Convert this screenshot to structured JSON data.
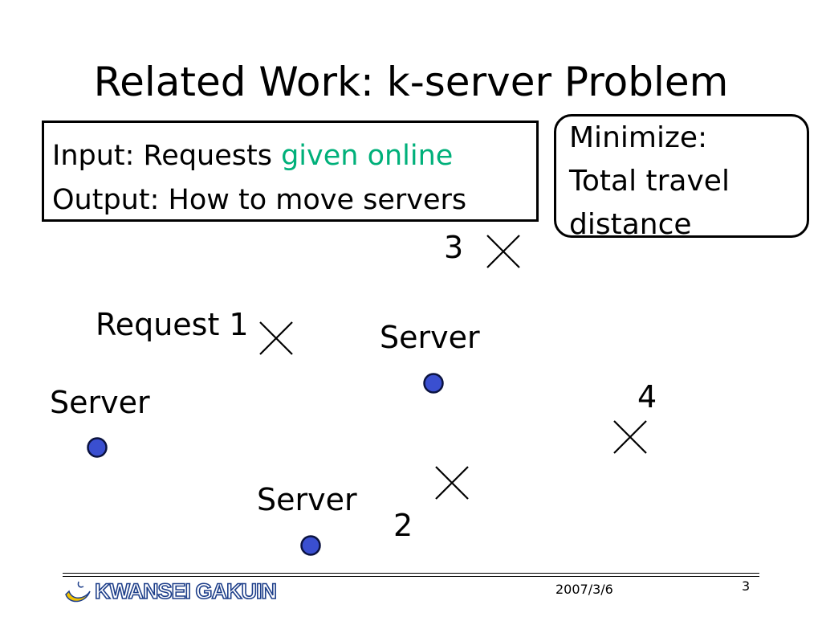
{
  "title": "Related Work: k-server Problem",
  "io_box": {
    "input_prefix": "Input: Requests ",
    "input_highlight": "given online",
    "output": "Output: How to move servers"
  },
  "objective_box": {
    "line1": "Minimize:",
    "line2": "Total travel",
    "line3": "distance"
  },
  "servers": [
    {
      "label": "Server"
    },
    {
      "label": "Server"
    },
    {
      "label": "Server"
    }
  ],
  "requests": [
    {
      "label": "Request 1"
    },
    {
      "label": "2"
    },
    {
      "label": "3"
    },
    {
      "label": "4"
    }
  ],
  "footer": {
    "logo_text": "KWANSEI GAKUIN",
    "date": "2007/3/6",
    "page": "3"
  },
  "colors": {
    "server_dot": "#3a4fd0",
    "highlight": "#00b07a",
    "logo": "#1e3f8a"
  }
}
